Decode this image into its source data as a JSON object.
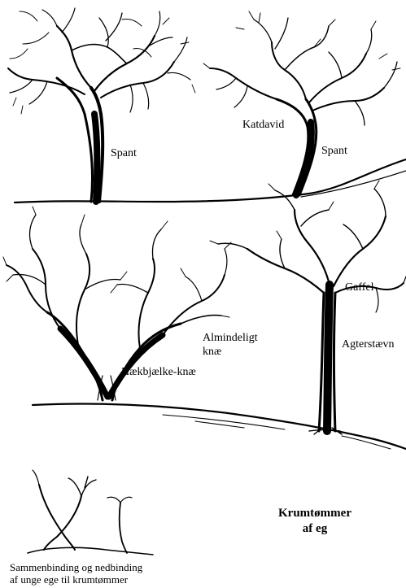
{
  "title": {
    "line1": "Krumtømmer",
    "line2": "af eg"
  },
  "labels": {
    "spant_left": "Spant",
    "katdavid": "Katdavid",
    "spant_right": "Spant",
    "gaffel": "Gaffel",
    "almindeligt": "Almindeligt",
    "knae": "knæ",
    "agterstaevn": "Agterstævn",
    "haekbjaelke": "Hækbjælke-knæ"
  },
  "caption": {
    "line1": "Sammenbinding og nedbinding",
    "line2": "af unge ege til krumtømmer"
  }
}
